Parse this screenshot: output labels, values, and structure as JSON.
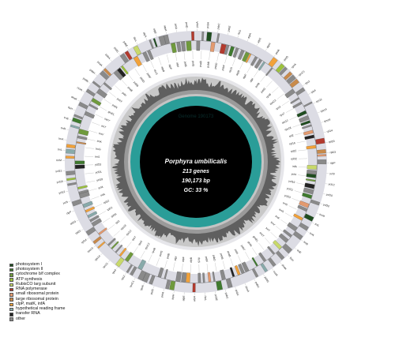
{
  "center": {
    "species": "Porphyra umbilicalis",
    "genes": "213 genes",
    "length": "190,173 bp",
    "gc": "GC: 33 %"
  },
  "genome_ring_label": "Genome 190173",
  "colors": {
    "background": "#ffffff",
    "center_fill": "#000000",
    "genome_ring": "#2a9d98",
    "gc_light": "#c8c8c8",
    "gc_dark": "#5f5f5f",
    "track_bg": "#e6e6ea",
    "outer_ring": "#dcdce4"
  },
  "legend": [
    {
      "label": "photosystem I",
      "color": "#1f4d1f"
    },
    {
      "label": "photosystem II",
      "color": "#3f7a2e"
    },
    {
      "label": "cytochrome b/f complex",
      "color": "#6f9a3c"
    },
    {
      "label": "ATP synthesis",
      "color": "#9cc23c"
    },
    {
      "label": "RubisCO larg subunit",
      "color": "#c8d96a"
    },
    {
      "label": "RNA polymerase",
      "color": "#b33a2e"
    },
    {
      "label": "small ribosomal protein",
      "color": "#e39a6f"
    },
    {
      "label": "large ribosomal protein",
      "color": "#c98a4a"
    },
    {
      "label": "clpP, matK, infA",
      "color": "#f2a23a"
    },
    {
      "label": "hypothetical reading frame",
      "color": "#8aa"
    },
    {
      "label": "transfer RNA",
      "color": "#222222"
    },
    {
      "label": "other",
      "color": "#8a8a8a"
    }
  ],
  "genes": [
    "psaA",
    "psaB",
    "psbA",
    "psbB",
    "psbC",
    "psbD",
    "psbE",
    "psbF",
    "rbcL",
    "rbcS",
    "atpA",
    "atpB",
    "atpE",
    "atpF",
    "atpH",
    "atpI",
    "petA",
    "petB",
    "petD",
    "petG",
    "rpoA",
    "rpoB",
    "rpoC1",
    "rpoC2",
    "rps2",
    "rps3",
    "rps4",
    "rps7",
    "rps11",
    "rps12",
    "rps14",
    "rps18",
    "rps19",
    "rpl2",
    "rpl14",
    "rpl16",
    "rpl20",
    "rpl22",
    "rpl23",
    "rpl32",
    "clpP",
    "infA",
    "ycf3",
    "ycf4",
    "ycf12",
    "ycf19",
    "ycf20",
    "ycf21",
    "ycf22",
    "ycf23",
    "trnM",
    "trnS",
    "trnL",
    "trnG",
    "trnA",
    "trnK",
    "trnR",
    "trnV",
    "trnE",
    "trnT",
    "ftsH",
    "secY",
    "dnaK",
    "groEL",
    "ccsA",
    "petN",
    "psbN",
    "psbT",
    "psbH",
    "psbI"
  ]
}
